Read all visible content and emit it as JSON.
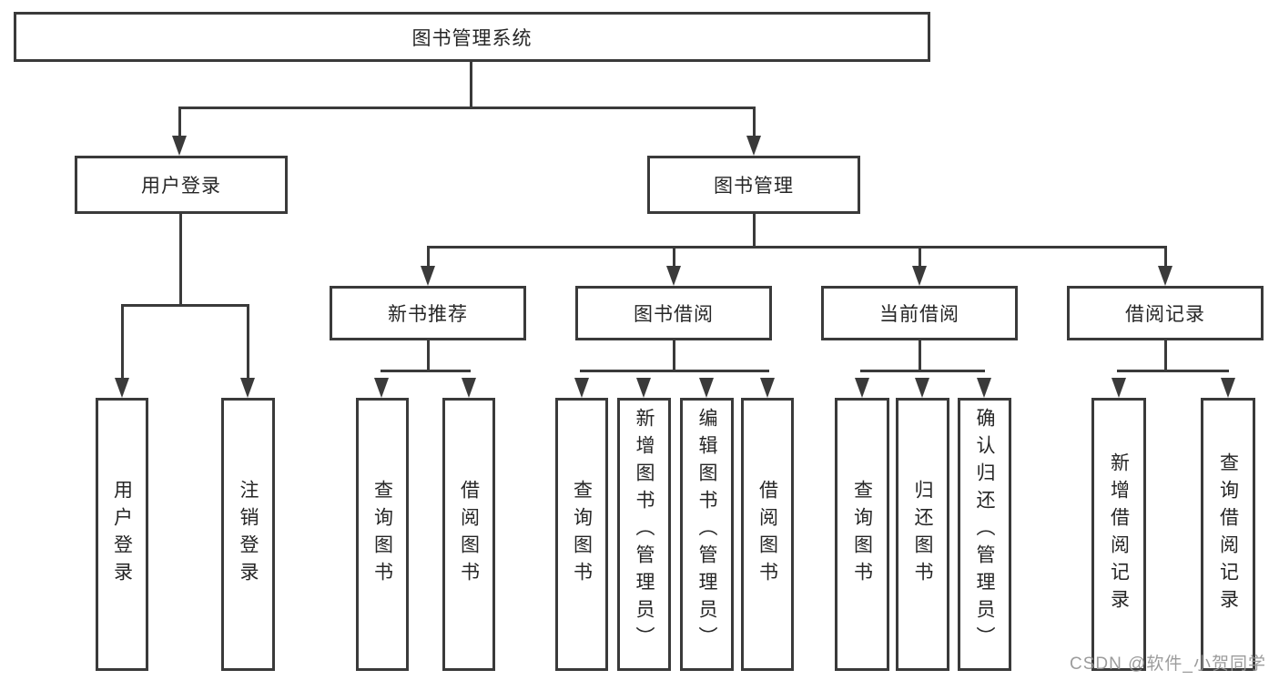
{
  "diagram_title": "图书管理系统",
  "colors": {
    "line": "#3a3a3a",
    "text": "#262626",
    "background": "#ffffff",
    "watermark": "#949494"
  },
  "nodes": {
    "root": {
      "label": "图书管理系统"
    },
    "level2": [
      {
        "label": "用户登录"
      },
      {
        "label": "图书管理"
      }
    ],
    "level3": [
      {
        "label": "新书推荐",
        "parent": "图书管理"
      },
      {
        "label": "图书借阅",
        "parent": "图书管理"
      },
      {
        "label": "当前借阅",
        "parent": "图书管理"
      },
      {
        "label": "借阅记录",
        "parent": "图书管理"
      }
    ],
    "leaves": [
      {
        "label": "用户登录",
        "parent": "用户登录"
      },
      {
        "label": "注销登录",
        "parent": "用户登录"
      },
      {
        "label": "查询图书",
        "parent": "新书推荐"
      },
      {
        "label": "借阅图书",
        "parent": "新书推荐"
      },
      {
        "label": "查询图书",
        "parent": "图书借阅"
      },
      {
        "label": "新增图书（管理员）",
        "parent": "图书借阅"
      },
      {
        "label": "编辑图书（管理员）",
        "parent": "图书借阅"
      },
      {
        "label": "借阅图书",
        "parent": "图书借阅"
      },
      {
        "label": "查询图书",
        "parent": "当前借阅"
      },
      {
        "label": "归还图书",
        "parent": "当前借阅"
      },
      {
        "label": "确认归还（管理员）",
        "parent": "当前借阅"
      },
      {
        "label": "新增借阅记录",
        "parent": "借阅记录"
      },
      {
        "label": "查询借阅记录",
        "parent": "借阅记录"
      }
    ]
  },
  "watermark": {
    "text": "CSDN @软件_小贺同学"
  }
}
